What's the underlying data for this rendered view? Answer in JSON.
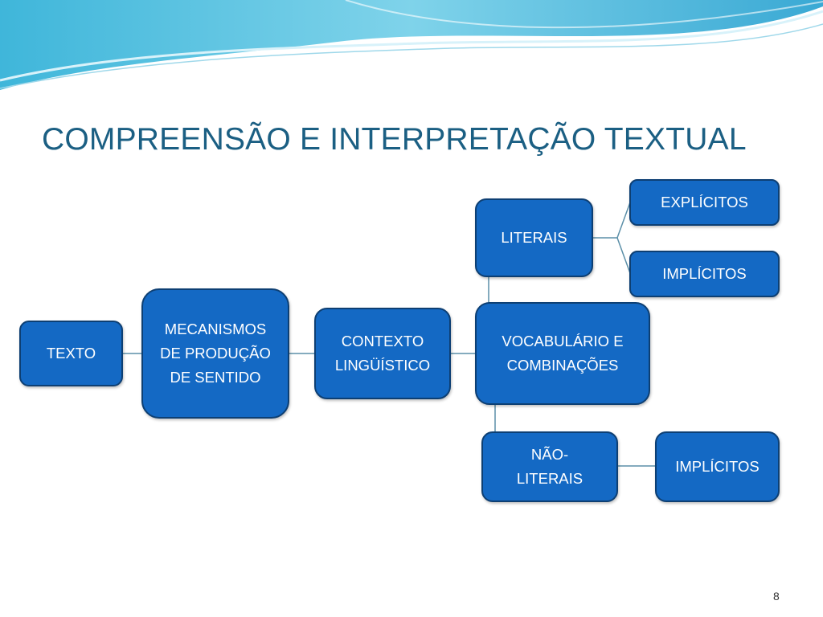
{
  "slide": {
    "title": "COMPREENSÃO E INTERPRETAÇÃO TEXTUAL",
    "page_number": "8"
  },
  "nodes": {
    "texto": "TEXTO",
    "mecanismos": "MECANISMOS DE PRODUÇÃO DE SENTIDO",
    "contexto": "CONTEXTO LINGÜÍSTICO",
    "vocabulario": "VOCABULÁRIO E COMBINAÇÕES",
    "literais": "LITERAIS",
    "explicitos": "EXPLÍCITOS",
    "implicitos_literais": "IMPLÍCITOS",
    "nao_literais": "NÃO-LITERAIS",
    "implicitos_nao_literais": "IMPLÍCITOS"
  },
  "colors": {
    "node_fill": "#1469c4",
    "node_border": "#0d3f73",
    "title": "#1b5f83",
    "connector": "#5b8fa8"
  }
}
